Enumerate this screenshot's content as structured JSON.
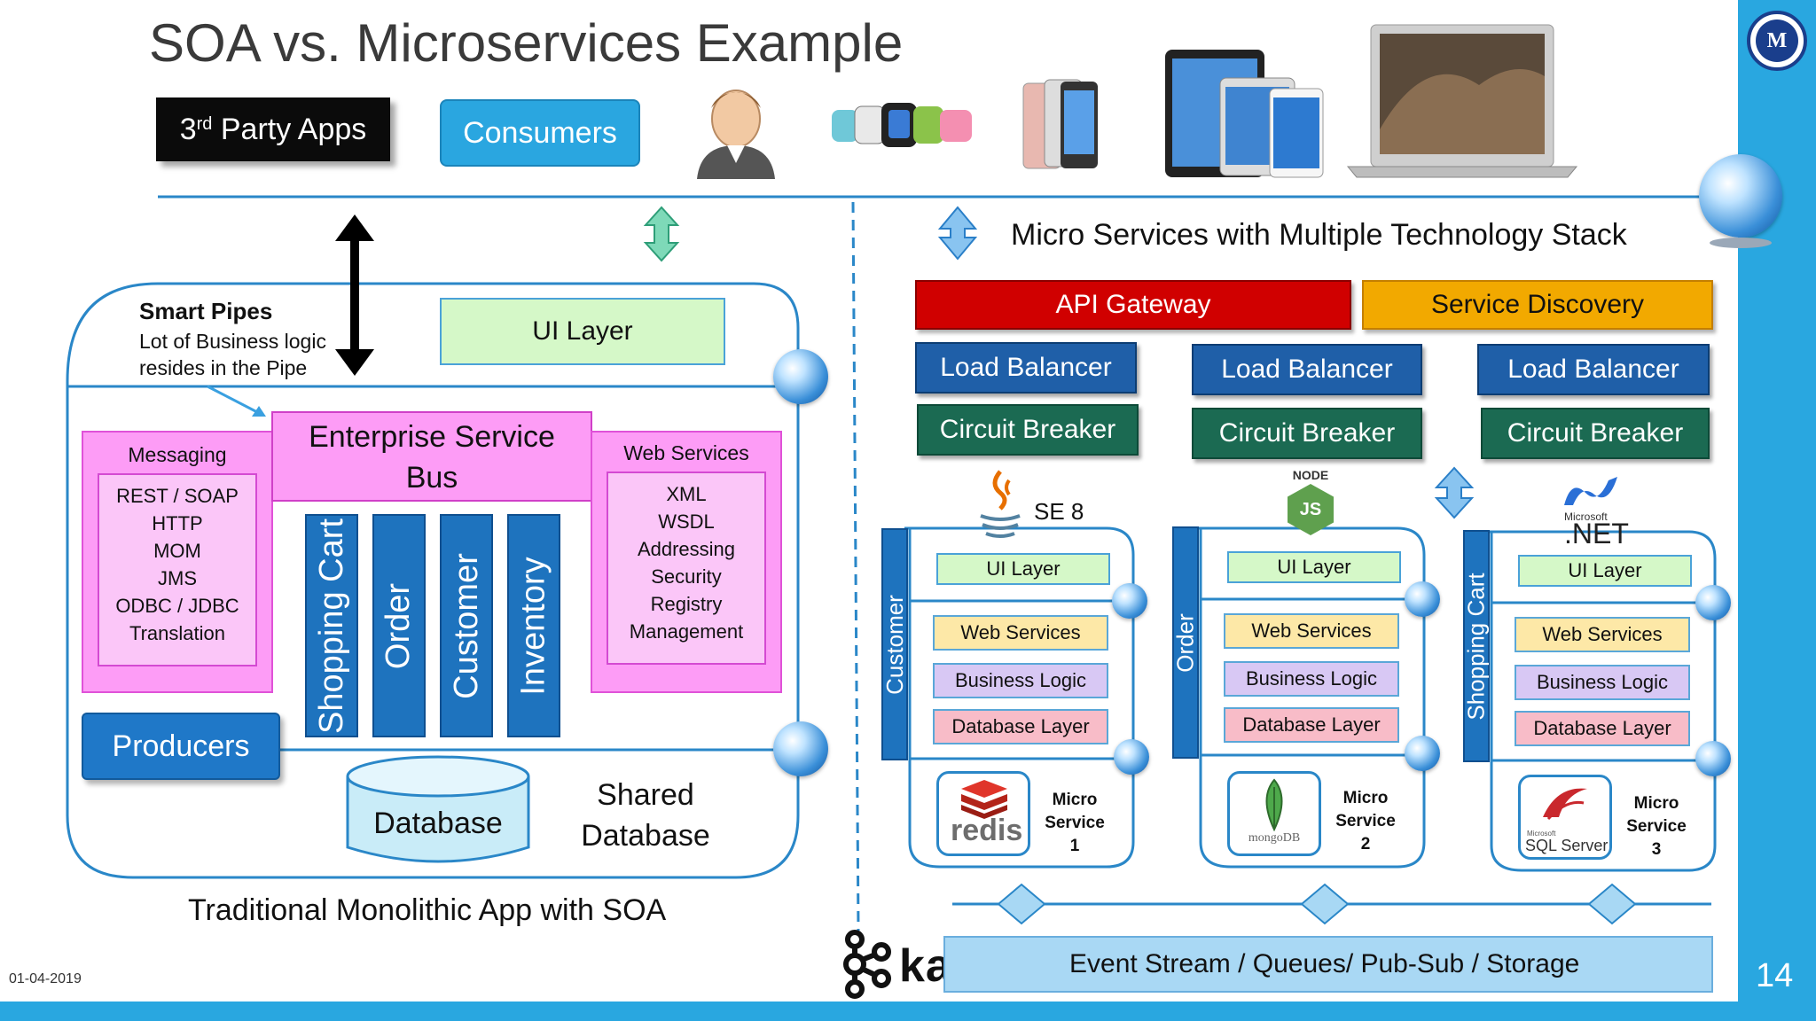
{
  "title": "SOA vs. Microservices Example",
  "top": {
    "third_party_base": "3",
    "third_party_sup": "rd",
    "third_party_rest": " Party Apps",
    "consumers": "Consumers"
  },
  "soa": {
    "smart_pipes_title": "Smart Pipes",
    "smart_pipes_line1": "Lot of Business logic",
    "smart_pipes_line2": "resides in the Pipe",
    "ui_layer": "UI Layer",
    "esb_line1": "Enterprise Service",
    "esb_line2": "Bus",
    "messaging_title": "Messaging",
    "messaging_items": [
      "REST / SOAP",
      "HTTP",
      "MOM",
      "JMS",
      "ODBC / JDBC",
      "Translation"
    ],
    "webservices_title": "Web Services",
    "webservices_items": [
      "XML",
      "WSDL",
      "Addressing",
      "Security",
      "Registry",
      "Management"
    ],
    "modules": [
      "Shopping Cart",
      "Order",
      "Customer",
      "Inventory"
    ],
    "producers": "Producers",
    "database": "Database",
    "shared_db_line1": "Shared",
    "shared_db_line2": "Database",
    "caption": "Traditional Monolithic App with SOA"
  },
  "micro": {
    "header": "Micro Services with Multiple Technology Stack",
    "api_gateway": "API Gateway",
    "service_discovery": "Service Discovery",
    "load_balancer": "Load Balancer",
    "circuit_breaker": "Circuit Breaker",
    "ui_layer": "UI Layer",
    "web_services": "Web Services",
    "business_logic": "Business Logic",
    "database_layer": "Database Layer",
    "micro_label_1": "Micro",
    "micro_label_2": "Service",
    "services": [
      {
        "side": "Customer",
        "num": "1",
        "tech": "SE 8",
        "db": "redis"
      },
      {
        "side": "Order",
        "num": "2",
        "tech": "NODE",
        "tech_sub": "JS",
        "db": "mongoDB"
      },
      {
        "side": "Shopping Cart",
        "num": "3",
        "tech": ".NET",
        "tech_sub": "Microsoft",
        "db": "SQL Server",
        "db_sub": "Microsoft"
      }
    ],
    "kafka": "kafka",
    "event_stream": "Event Stream / Queues/ Pub-Sub / Storage"
  },
  "footer": {
    "date": "01-04-2019",
    "page": "14"
  },
  "logo_letter": "M",
  "colors": {
    "accent_blue": "#29a7e0",
    "api_gateway": "#d00000",
    "service_discovery": "#f2a900",
    "consumers": "#2aa6e0"
  }
}
